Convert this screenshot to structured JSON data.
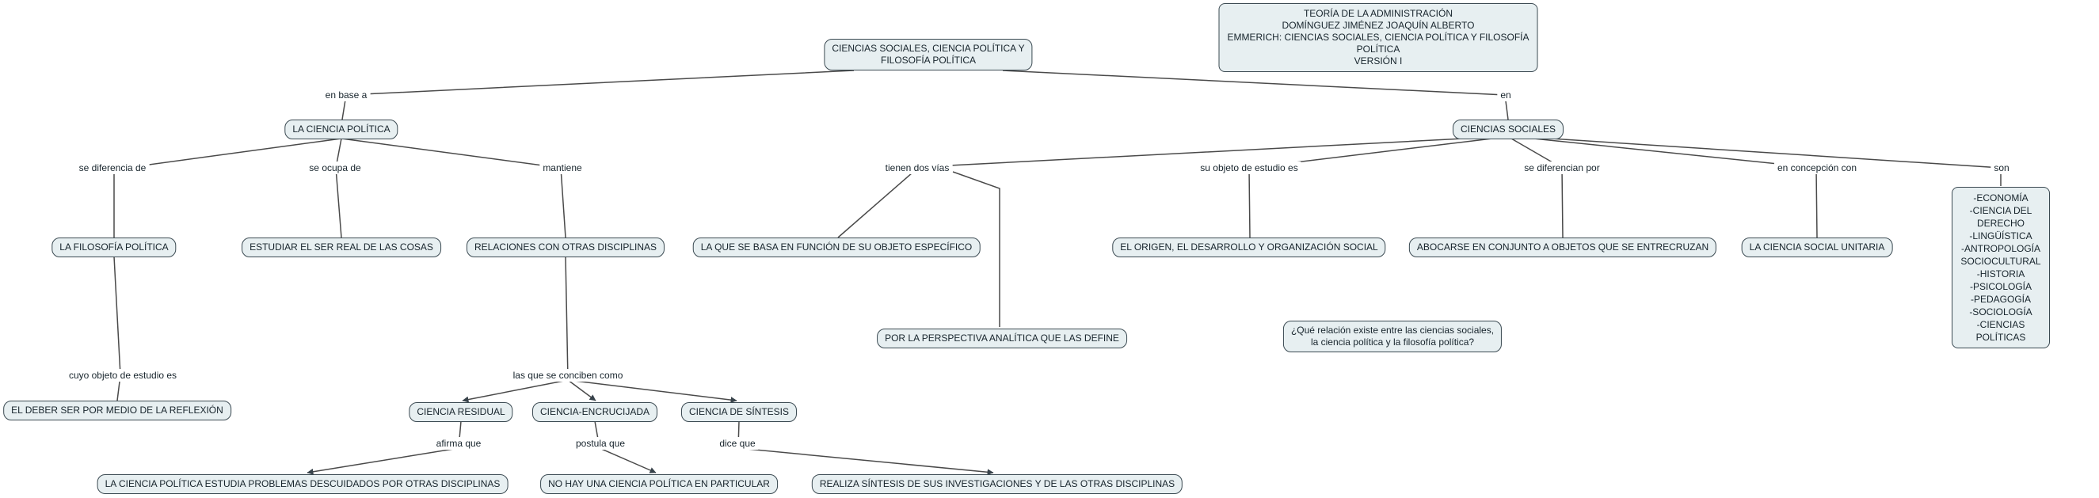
{
  "colors": {
    "node_fill": "#e7eff1",
    "node_border": "#3b4a52",
    "line": "#4a4a4a",
    "background": "#ffffff",
    "text": "#17242c"
  },
  "header_box": {
    "text": "TEORÍA DE LA ADMINISTRACIÓN\nDOMÍNGUEZ JIMÉNEZ JOAQUÍN ALBERTO\nEMMERICH: CIENCIAS SOCIALES, CIENCIA POLÍTICA Y FILOSOFÍA\nPOLÍTICA\nVERSIÓN I"
  },
  "nodes": {
    "root": "CIENCIAS SOCIALES, CIENCIA POLÍTICA Y\nFILOSOFÍA POLÍTICA",
    "la_ciencia_politica": "LA CIENCIA POLÍTICA",
    "ciencias_sociales": "CIENCIAS SOCIALES",
    "la_filosofia_politica": "LA FILOSOFÍA POLÍTICA",
    "estudiar_el_ser": "ESTUDIAR EL SER REAL DE LAS COSAS",
    "relaciones_disciplinas": "RELACIONES CON OTRAS DISCIPLINAS",
    "funcion_objeto": "LA QUE SE BASA EN FUNCIÓN DE SU OBJETO ESPECÍFICO",
    "perspectiva_analitica": "POR LA PERSPECTIVA ANALÍTICA QUE LAS DEFINE",
    "origen_desarrollo": "EL ORIGEN, EL DESARROLLO Y ORGANIZACIÓN SOCIAL",
    "abocarse": "ABOCARSE EN CONJUNTO A OBJETOS QUE SE ENTRECRUZAN",
    "ciencia_social_unitaria": "LA CIENCIA SOCIAL UNITARIA",
    "lista_ciencias": "-ECONOMÍA\n-CIENCIA DEL DERECHO\n-LINGÜÍSTICA\n-ANTROPOLOGÍA SOCIOCULTURAL\n-HISTORIA\n-PSICOLOGÍA\n-PEDAGOGÍA\n-SOCIOLOGÍA\n-CIENCIAS POLÍTICAS",
    "pregunta": "¿Qué relación existe entre las ciencias sociales,\nla ciencia política y la filosofía política?",
    "deber_ser": "EL DEBER SER POR MEDIO DE LA REFLEXIÓN",
    "ciencia_residual": "CIENCIA RESIDUAL",
    "ciencia_encrucijada": "CIENCIA-ENCRUCIJADA",
    "ciencia_de_sintesis": "CIENCIA DE SÍNTESIS",
    "estudia_problemas": "LA CIENCIA POLÍTICA ESTUDIA PROBLEMAS DESCUIDADOS POR OTRAS DISCIPLINAS",
    "no_hay_ciencia": "NO HAY UNA CIENCIA POLÍTICA EN PARTICULAR",
    "realiza_sintesis": "REALIZA SÍNTESIS DE SUS INVESTIGACIONES Y DE LAS OTRAS DISCIPLINAS"
  },
  "links": {
    "en_base_a": "en base a",
    "en": "en",
    "se_diferencia_de": "se diferencia de",
    "se_ocupa_de": "se ocupa de",
    "mantiene": "mantiene",
    "tienen_dos_vias": "tienen dos vías",
    "su_objeto_de_estudio_es": "su objeto de estudio es",
    "se_diferencian_por": "se diferencian por",
    "en_concepcion_con": "en concepción con",
    "son": "son",
    "cuyo_objeto_de_estudio_es": "cuyo objeto de estudio es",
    "las_que_se_conciben_como": "las que se conciben como",
    "afirma_que": "afirma que",
    "postula_que": "postula que",
    "dice_que": "dice que"
  }
}
